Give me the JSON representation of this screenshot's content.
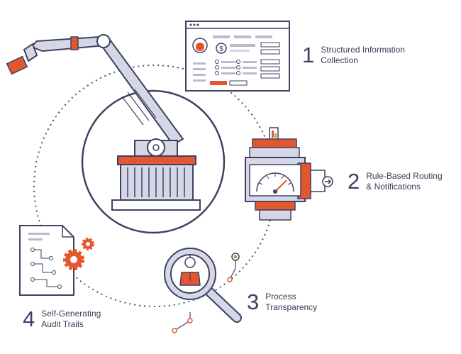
{
  "steps": [
    {
      "number": "1",
      "line1": "Structured Information",
      "line2": "Collection"
    },
    {
      "number": "2",
      "line1": "Rule-Based Routing",
      "line2": "& Notifications"
    },
    {
      "number": "3",
      "line1": "Process",
      "line2": "Transparency"
    },
    {
      "number": "4",
      "line1": "Self-Generating",
      "line2": "Audit Trails"
    }
  ],
  "form": {
    "currency_symbol": "$"
  },
  "colors": {
    "outline": "#3e4262",
    "accent": "#e4572e",
    "fill_light": "#d5d7e6",
    "fill_mid": "#b9bccf",
    "path": "#4a4e69",
    "node_green": "#7ac143"
  },
  "icons": [
    "robot-arm-icon",
    "form-window-icon",
    "gauge-meter-icon",
    "magnifier-person-icon",
    "document-gears-icon"
  ]
}
